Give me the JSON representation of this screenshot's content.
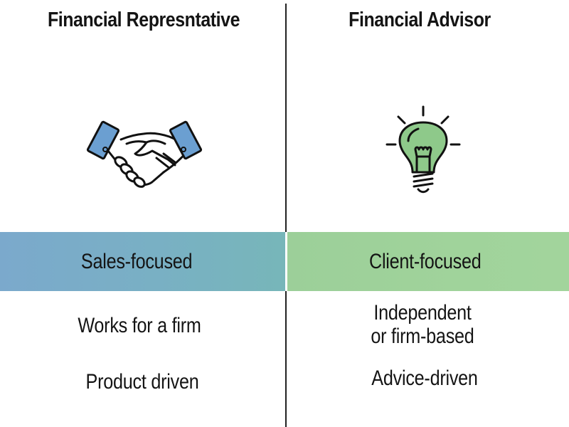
{
  "columns": [
    {
      "title": "Financial Represntative",
      "icon": "handshake-icon",
      "band_label": "Sales-focused",
      "band_color_start": "#7ba9cc",
      "band_color_end": "#77b6b9",
      "rows": [
        {
          "lines": [
            "Works for a firm"
          ]
        },
        {
          "lines": [
            "Product driven"
          ]
        }
      ]
    },
    {
      "title": "Financial Advisor",
      "icon": "lightbulb-icon",
      "band_label": "Client-focused",
      "band_color_start": "#9ccf99",
      "band_color_end": "#a2d49c",
      "rows": [
        {
          "lines": [
            "Independent",
            "or firm-based"
          ]
        },
        {
          "lines": [
            "Advice-driven"
          ]
        }
      ]
    }
  ],
  "colors": {
    "icon_blue": "#6b9fd1",
    "icon_green": "#8ec98a",
    "divider": "#222222",
    "text": "#141414"
  }
}
